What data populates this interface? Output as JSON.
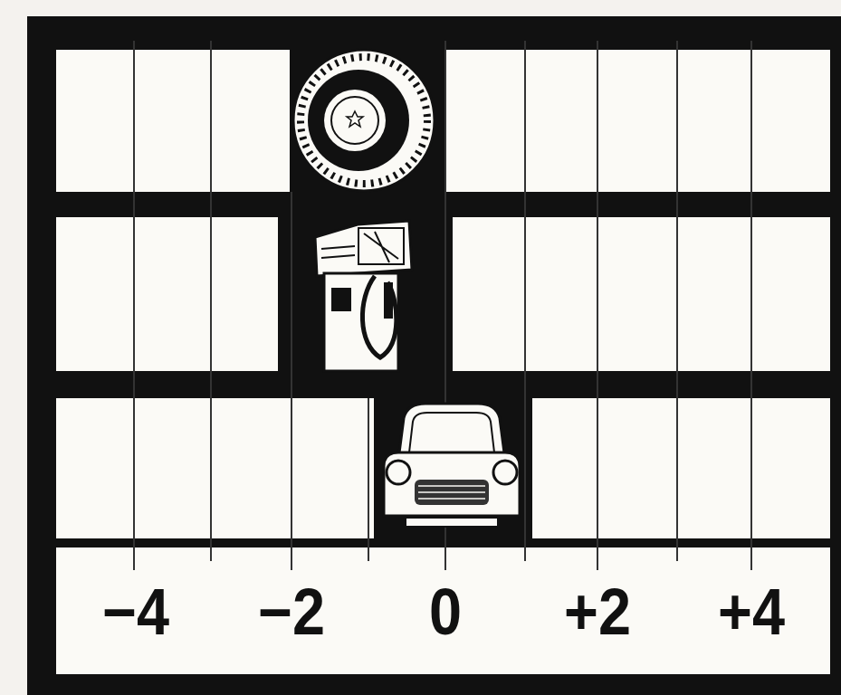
{
  "diagram": {
    "labels": [
      "−4",
      "−2",
      "0",
      "+2",
      "+4"
    ]
  }
}
